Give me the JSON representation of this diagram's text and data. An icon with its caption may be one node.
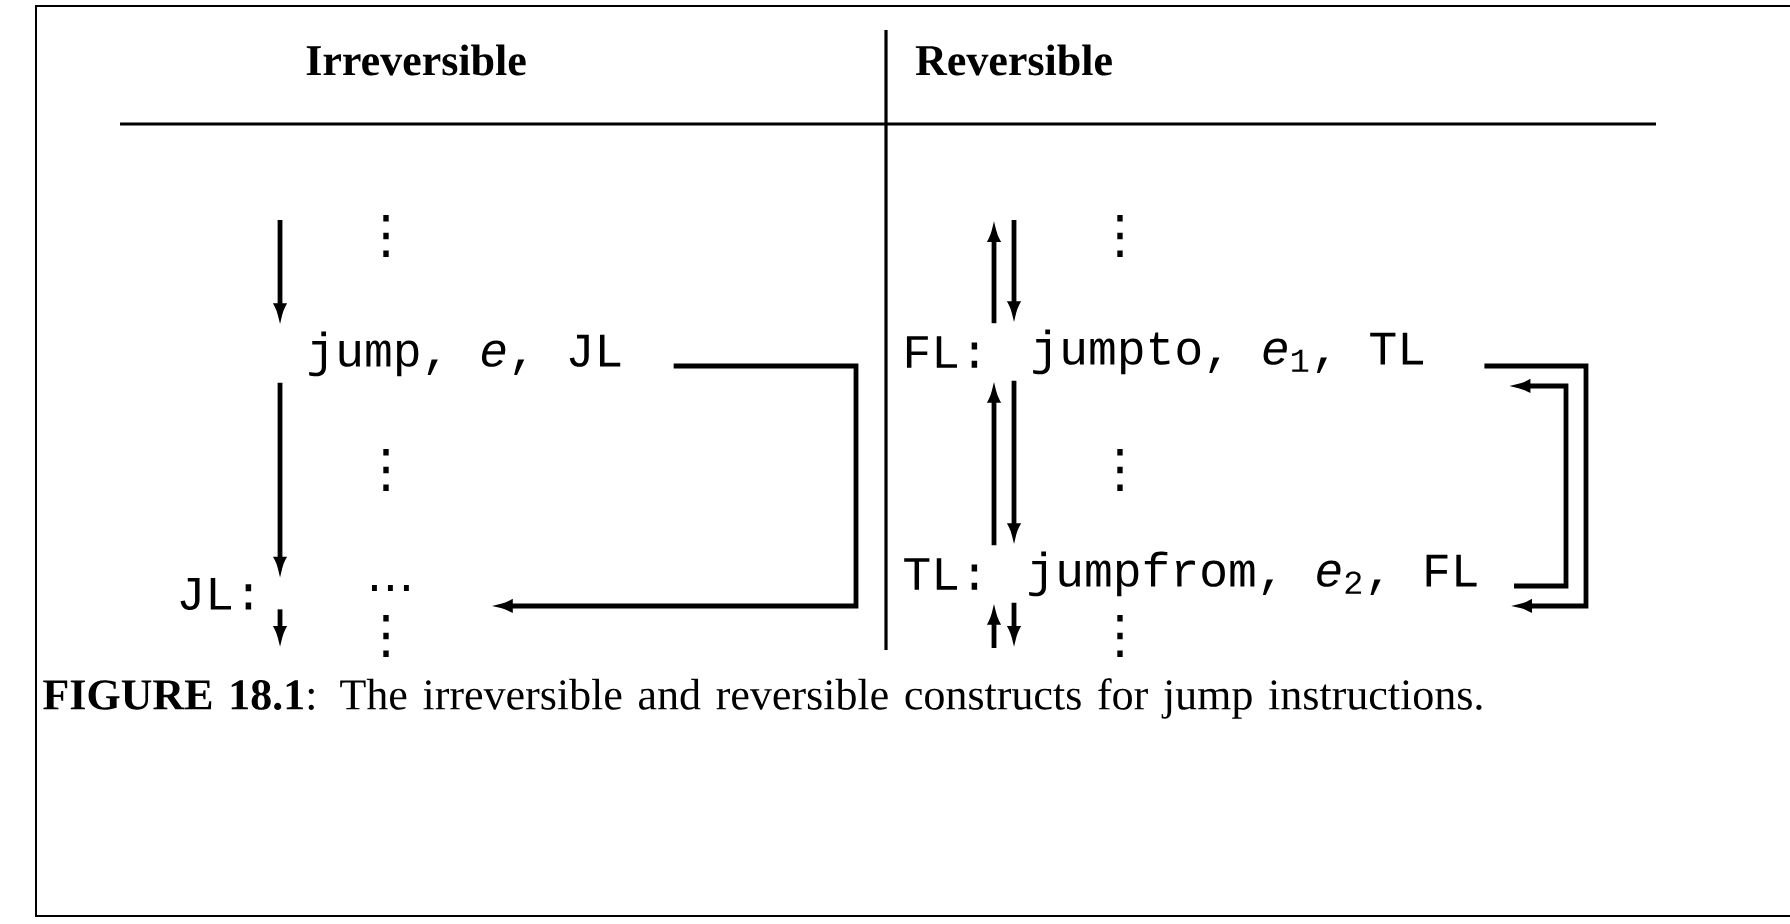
{
  "diagram": {
    "caption": "**FIGURE 18.1**: The irreversible and reversible constructs for jump instructions.",
    "nodes": [
      {
        "text": [
          "jump, *e*, JL"
        ]
      },
      {
        "text": [
          "⋯"
        ],
        "beside": [
          "JL:"
        ]
      },
      {
        "text": [
          "jumpto, *e*$_{1}$, TL"
        ],
        "beside": [
          "FL:"
        ]
      },
      {
        "text": [
          "jumpfrom, *e*$_{2}$, FL"
        ],
        "beside": [
          "TL:"
        ]
      }
    ],
    "edges": [
      {
        "from": null,
        "to": 0,
        "arrow": "to"
      },
      {
        "from": 0,
        "to": 1,
        "arrow": "to"
      },
      {
        "from": 1,
        "to": null,
        "arrow": "to"
      },
      {
        "from": 0,
        "to": 1,
        "arrow": "to"
      },
      {
        "from": null,
        "to": 2,
        "arrow": "to"
      },
      {
        "from": 2,
        "to": null,
        "arrow": "to"
      },
      {
        "from": 2,
        "to": 3,
        "arrow": "to"
      },
      {
        "from": 3,
        "to": 2,
        "arrow": "to"
      },
      {
        "from": 3,
        "to": null,
        "arrow": "to"
      },
      {
        "from": null,
        "to": 3,
        "arrow": "to"
      },
      {
        "from": 2,
        "to": 3,
        "arrow": "to"
      },
      {
        "from": 3,
        "to": 2,
        "arrow": "to"
      }
    ],
    "labels": [
      "Irreversible",
      "Reversible",
      "⋮",
      "⋮",
      "⋮",
      "⋮",
      "⋮",
      "⋮"
    ]
  }
}
